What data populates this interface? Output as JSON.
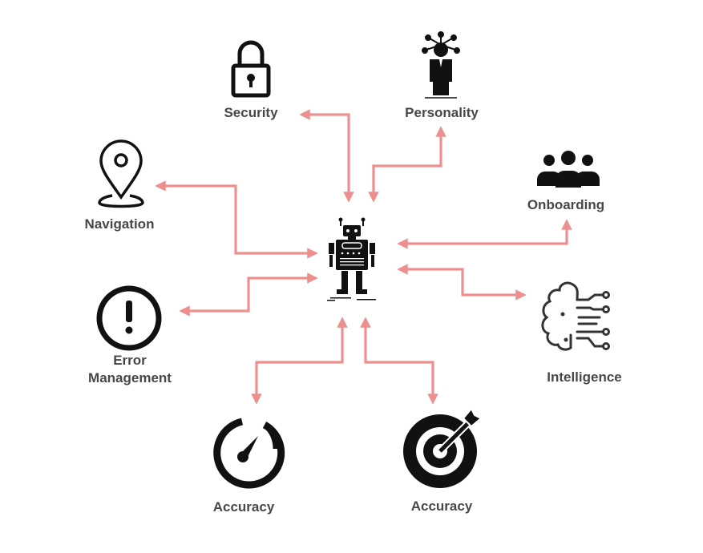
{
  "colors": {
    "arrow": "#ee8f8f",
    "icon": "#111111",
    "label": "#474747"
  },
  "center": {
    "icon": "robot-icon"
  },
  "nodes": [
    {
      "id": "security",
      "label": "Security",
      "icon": "padlock-icon"
    },
    {
      "id": "personality",
      "label": "Personality",
      "icon": "person-network-icon"
    },
    {
      "id": "navigation",
      "label": "Navigation",
      "icon": "map-pin-icon"
    },
    {
      "id": "onboarding",
      "label": "Onboarding",
      "icon": "group-icon"
    },
    {
      "id": "error",
      "label": "Error\nManagement",
      "label_lines": [
        "Error",
        "Management"
      ],
      "icon": "exclamation-circle-icon"
    },
    {
      "id": "intelligence",
      "label": "Intelligence",
      "icon": "brain-circuit-icon"
    },
    {
      "id": "accuracy-gauge",
      "label": "Accuracy",
      "icon": "gauge-icon"
    },
    {
      "id": "accuracy-target",
      "label": "Accuracy",
      "icon": "target-icon"
    }
  ],
  "edges": [
    {
      "from": "robot",
      "to": "security",
      "direction": "both"
    },
    {
      "from": "robot",
      "to": "personality",
      "direction": "both"
    },
    {
      "from": "robot",
      "to": "navigation",
      "direction": "both"
    },
    {
      "from": "robot",
      "to": "error",
      "direction": "both"
    },
    {
      "from": "robot",
      "to": "onboarding",
      "direction": "both"
    },
    {
      "from": "robot",
      "to": "intelligence",
      "direction": "both"
    },
    {
      "from": "robot",
      "to": "accuracy-gauge",
      "direction": "both"
    },
    {
      "from": "robot",
      "to": "accuracy-target",
      "direction": "both"
    }
  ]
}
